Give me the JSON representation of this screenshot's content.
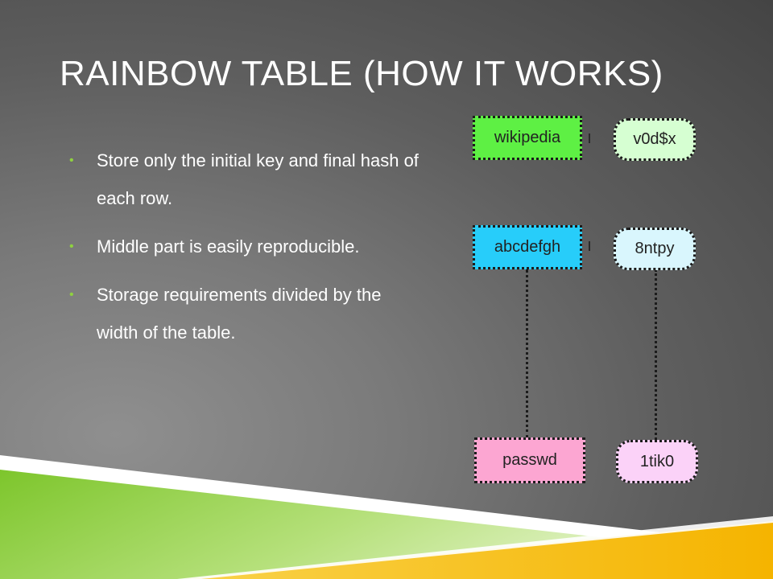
{
  "slide": {
    "title": "RAINBOW TABLE (HOW IT WORKS)",
    "bullets": [
      "Store only the initial key and final hash of each row.",
      "Middle part is easily reproducible.",
      "Storage requirements divided by the width of the table."
    ],
    "bullet_glyph": "•"
  },
  "diagram": {
    "rows": [
      {
        "key": "wikipedia",
        "hash": "v0d$x"
      },
      {
        "key": "abcdefgh",
        "hash": "8ntpy"
      },
      {
        "key": "passwd",
        "hash": "1tik0"
      }
    ]
  },
  "colors": {
    "bullet": "#8fd140",
    "key_green": "#5ef044",
    "hash_green": "#d6ffd2",
    "key_cyan": "#27cdfa",
    "hash_cyan": "#d9f6fd",
    "key_pink": "#fca6d2",
    "hash_pink": "#fbd2f8",
    "accent_green": "#8ed13a",
    "accent_yellow": "#f7bd0b"
  }
}
